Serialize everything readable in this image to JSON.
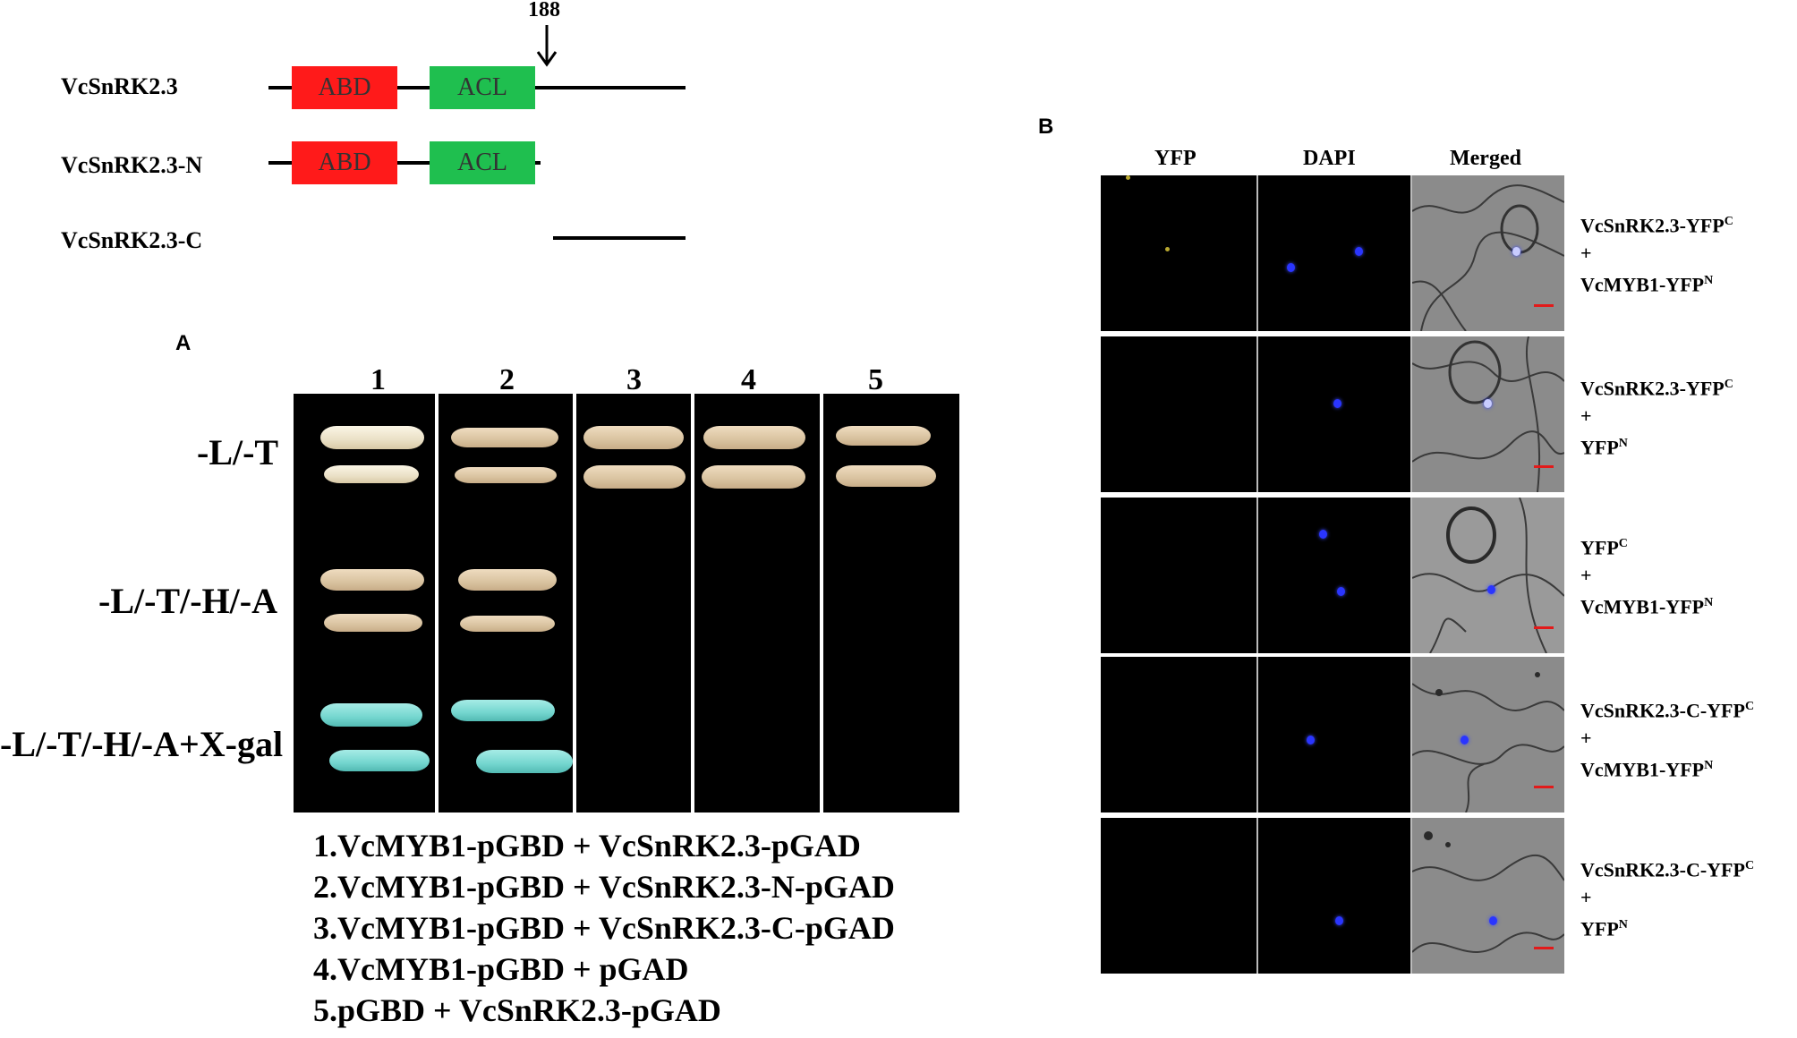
{
  "domain_arch": {
    "constructs": [
      {
        "label": "VcSnRK2.3"
      },
      {
        "label": "VcSnRK2.3-N"
      },
      {
        "label": "VcSnRK2.3-C"
      }
    ],
    "domains": {
      "abd": "ABD",
      "acl": "ACL"
    },
    "position_marker": "188",
    "colors": {
      "abd": "#ff1a1a",
      "acl": "#1fbf4f"
    }
  },
  "panel_a": {
    "letter": "A",
    "lane_numbers": [
      "1",
      "2",
      "3",
      "4",
      "5"
    ],
    "media": [
      "-L/-T",
      "-L/-T/-H/-A",
      "-L/-T/-H/-A+X-gal"
    ],
    "legend": [
      "1.VcMYB1-pGBD + VcSnRK2.3-pGAD",
      "2.VcMYB1-pGBD + VcSnRK2.3-N-pGAD",
      "3.VcMYB1-pGBD + VcSnRK2.3-C-pGAD",
      "4.VcMYB1-pGBD + pGAD",
      "5.pGBD + VcSnRK2.3-pGAD"
    ],
    "growth": {
      "minus_LT": [
        true,
        true,
        true,
        true,
        true
      ],
      "minus_LTHA": [
        true,
        true,
        false,
        false,
        false
      ],
      "minus_LTHA_xgal": [
        true,
        true,
        false,
        false,
        false
      ]
    }
  },
  "panel_b": {
    "letter": "B",
    "column_headers": [
      "YFP",
      "DAPI",
      "Merged"
    ],
    "rows": [
      {
        "line1": "VcSnRK2.3-YFP",
        "sup1": "C",
        "plus": "+",
        "line2": "VcMYB1-YFP",
        "sup2": "N"
      },
      {
        "line1": "VcSnRK2.3-YFP",
        "sup1": "C",
        "plus": "+",
        "line2": "YFP",
        "sup2": "N"
      },
      {
        "line1": "YFP",
        "sup1": "C",
        "plus": "+",
        "line2": "VcMYB1-YFP",
        "sup2": "N"
      },
      {
        "line1": "VcSnRK2.3-C-YFP",
        "sup1": "C",
        "plus": "+",
        "line2": "VcMYB1-YFP",
        "sup2": "N"
      },
      {
        "line1": "VcSnRK2.3-C-YFP",
        "sup1": "C",
        "plus": "+",
        "line2": "YFP",
        "sup2": "N"
      }
    ],
    "scale_bar_color": "#e21a1a",
    "nucleus_color": "#2a35ff"
  }
}
